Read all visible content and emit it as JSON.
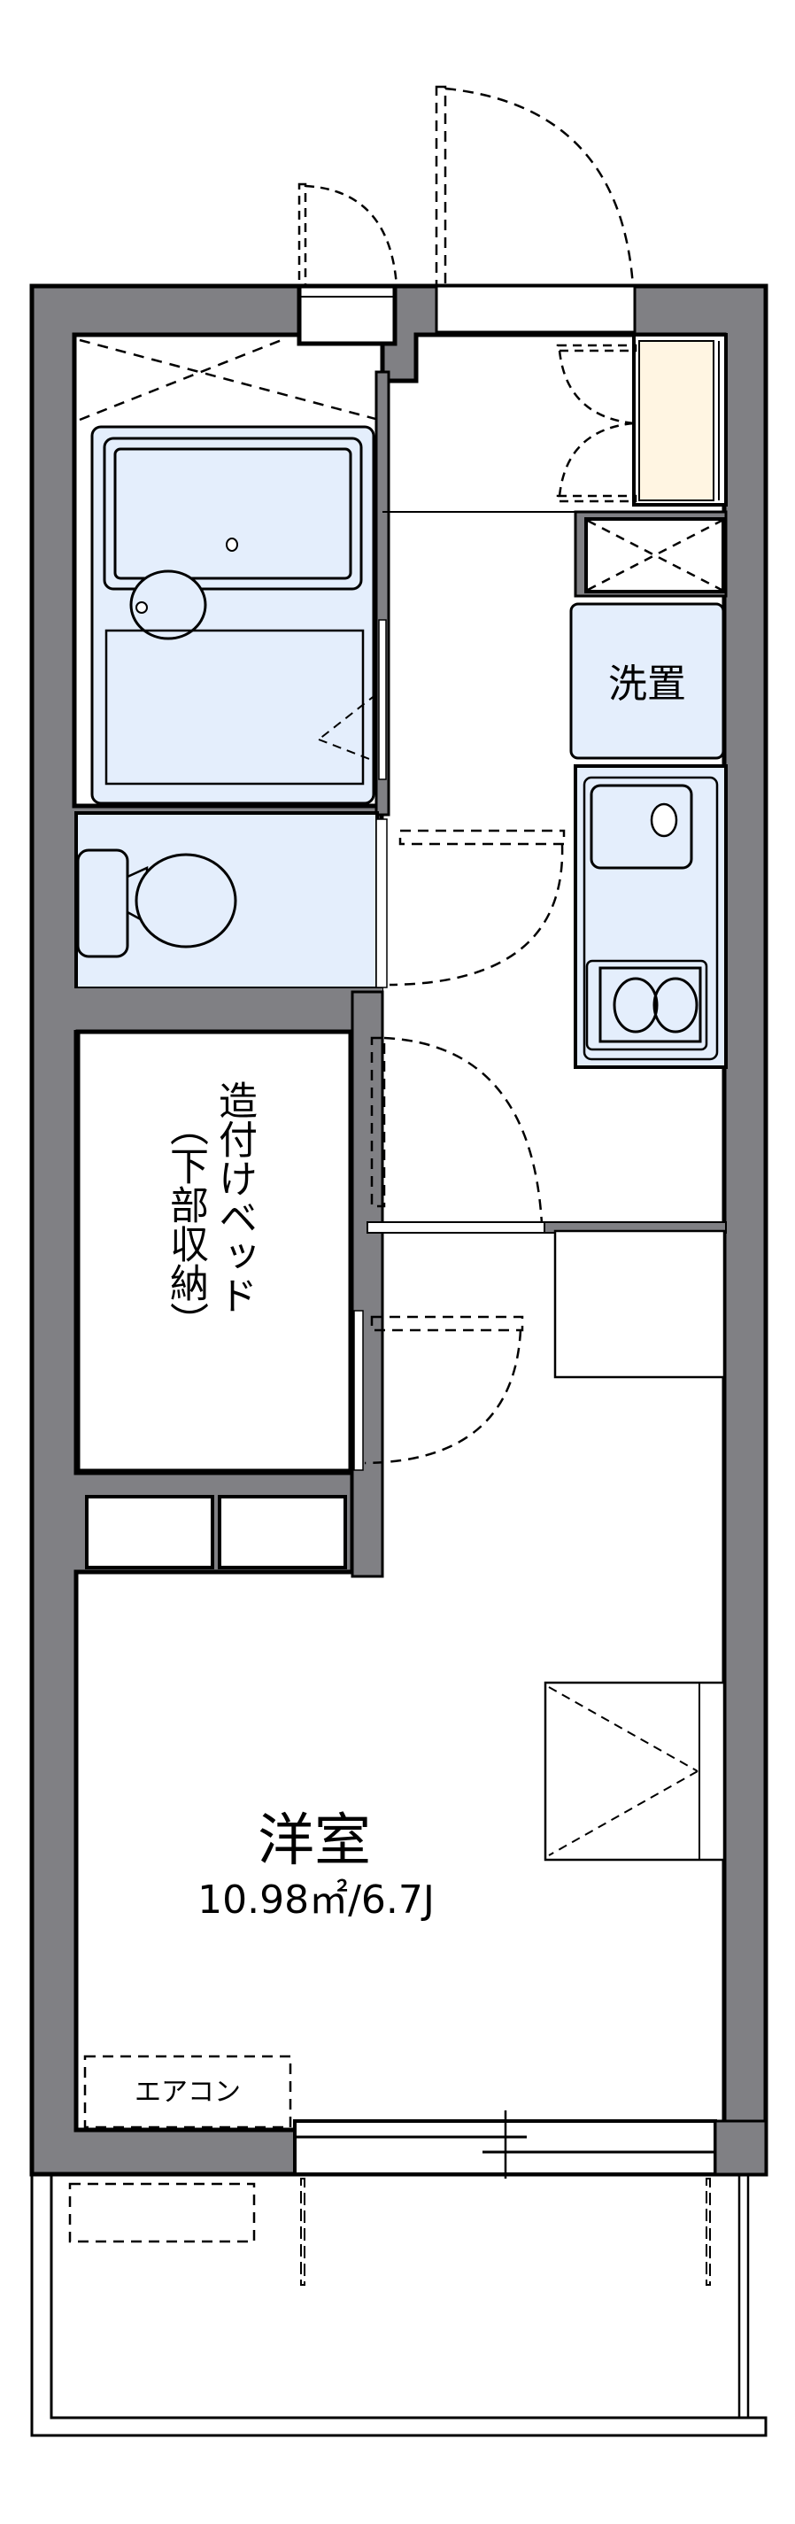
{
  "plan": {
    "colors": {
      "wall": "#808084",
      "fixture_fill": "#e4eefc",
      "shoebox_fill": "#fff5e2",
      "line": "#000000",
      "background": "#ffffff"
    },
    "rooms": {
      "main_room": {
        "name": "洋室",
        "area": "10.98㎡/6.7J"
      },
      "washer": {
        "label": "洗置"
      },
      "closet": {
        "line1": "造付けベッド",
        "line2": "（下部収納）"
      },
      "aircon": {
        "label": "エアコン"
      }
    }
  }
}
